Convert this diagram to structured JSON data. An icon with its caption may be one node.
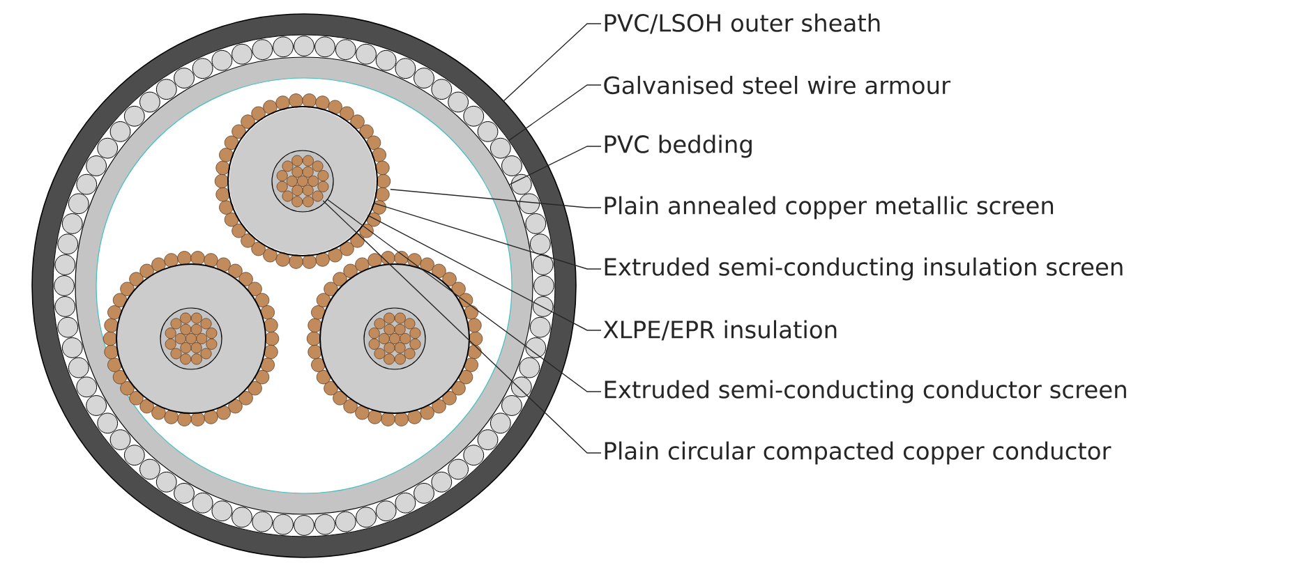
{
  "diagram": {
    "nodes": [
      {
        "text": [
          "PVC/LSOH outer sheath"
        ]
      },
      {
        "text": [
          "Galvanised steel wire armour"
        ]
      },
      {
        "text": [
          "PVC bedding"
        ]
      },
      {
        "text": [
          "Plain annealed copper metallic screen"
        ]
      },
      {
        "text": [
          "Extruded semi-conducting insulation screen"
        ]
      },
      {
        "text": [
          "XLPE/EPR insulation"
        ]
      },
      {
        "text": [
          "Extruded semi-conducting conductor screen"
        ]
      },
      {
        "text": [
          "Plain circular compacted copper conductor"
        ]
      },
      {
        "text": [],
        "shape": "circle"
      },
      {
        "text": [],
        "shape": "circle",
        "in": 8
      },
      {
        "text": [],
        "shape": "circle",
        "in": 9
      },
      {
        "text": [],
        "shape": "circle",
        "in": 10
      },
      {
        "text": [],
        "shape": "circle",
        "in": 11
      },
      {
        "text": [],
        "shape": "circle",
        "in": 12
      },
      {
        "text": [],
        "shape": "circle",
        "in": 13
      },
      {
        "text": [],
        "shape": "circle",
        "in": 14
      }
    ],
    "edges": [
      {
        "from": 0,
        "to": 8,
        "arrow": "none"
      },
      {
        "from": 1,
        "to": 9,
        "arrow": "none"
      },
      {
        "from": 2,
        "to": 10,
        "arrow": "none"
      },
      {
        "from": 3,
        "to": 11,
        "arrow": "none"
      },
      {
        "from": 4,
        "to": 12,
        "arrow": "none"
      },
      {
        "from": 5,
        "to": 13,
        "arrow": "none"
      },
      {
        "from": 6,
        "to": 14,
        "arrow": "none"
      },
      {
        "from": 7,
        "to": 15,
        "arrow": "none"
      }
    ]
  }
}
